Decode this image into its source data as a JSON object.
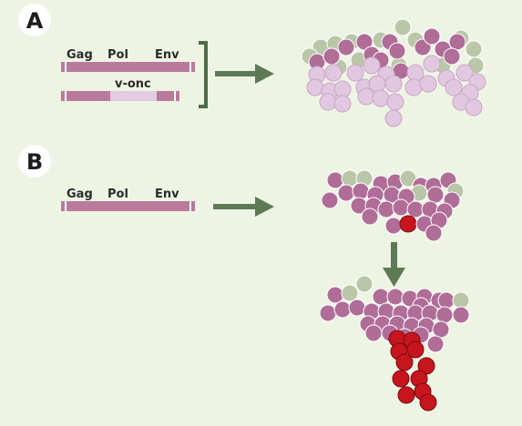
{
  "panels": [
    {
      "letter": "A",
      "genes": [
        "Gag",
        "Pol",
        "Env"
      ],
      "oncogene": "v-onc"
    },
    {
      "letter": "B",
      "genes": [
        "Gag",
        "Pol",
        "Env"
      ]
    }
  ],
  "colors": {
    "background": "#eef4e4",
    "genome_bar": "#b97a9c",
    "oncogene_segment": "#e4cadf",
    "bracket": "#4d6b47",
    "arrow": "#5d7a55",
    "cell_purple": "#b06d98",
    "cell_green": "#b9c7a8",
    "cell_light_purple": "#e2c7e0",
    "cell_red": "#c8151d",
    "cell_stroke": "#6b3358"
  }
}
